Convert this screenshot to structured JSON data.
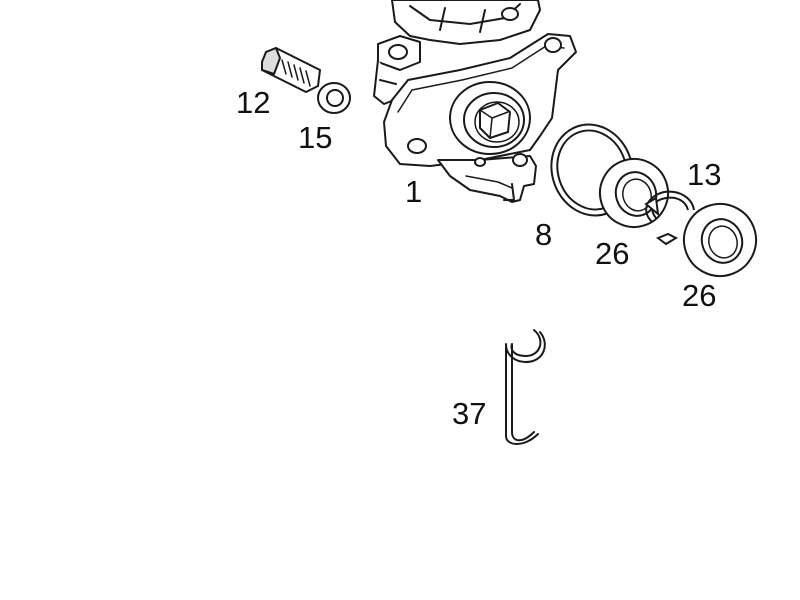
{
  "diagram": {
    "callouts": {
      "c1": "1",
      "c8": "8",
      "c12": "12",
      "c13": "13",
      "c15": "15",
      "c26a": "26",
      "c26b": "26",
      "c37": "37"
    },
    "colors": {
      "line": "#1a1a1a",
      "fill": "#ffffff",
      "background": "#ffffff"
    }
  }
}
